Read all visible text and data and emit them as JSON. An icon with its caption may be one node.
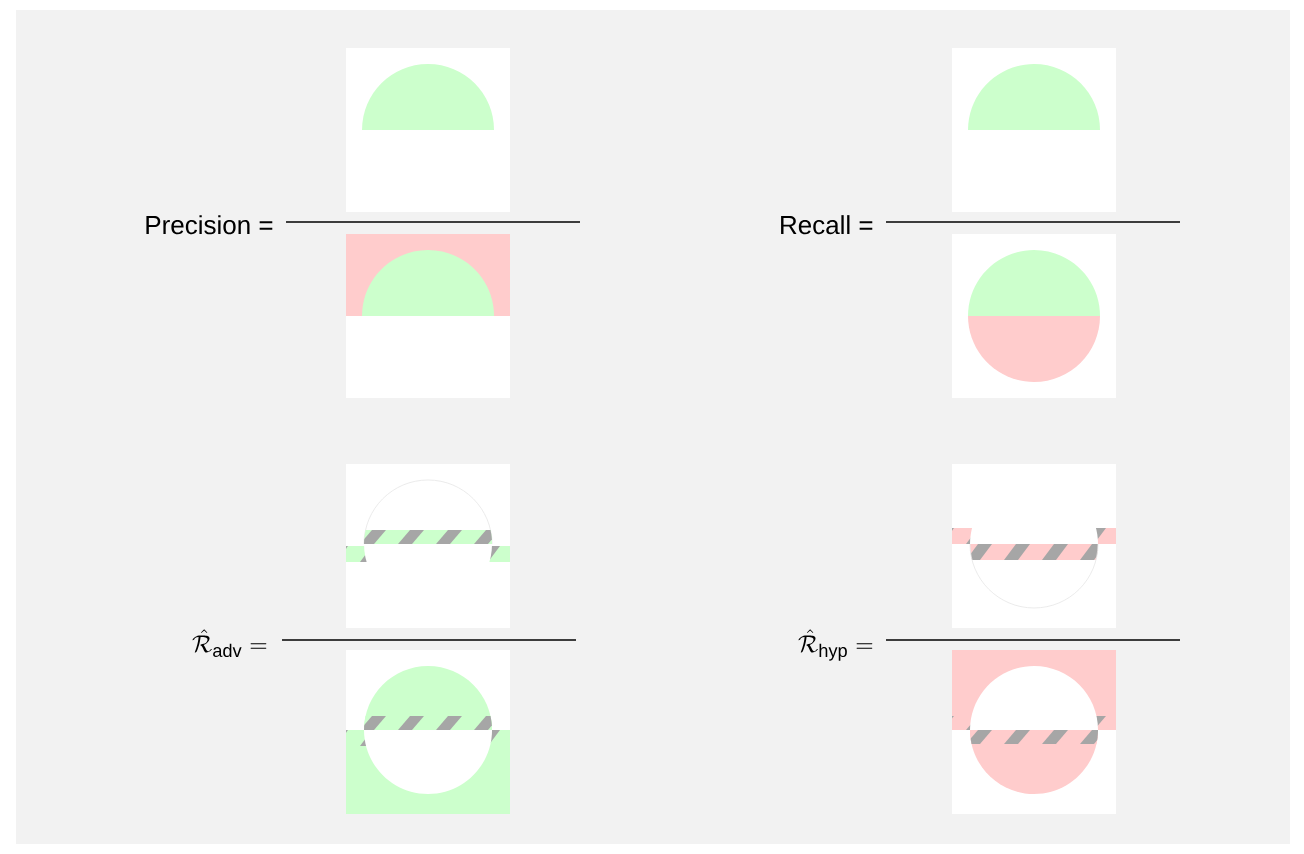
{
  "diagram": {
    "labels": [
      "Precision =",
      "Recall =",
      "\\hat{\\mathcal{R}}_{\\text{adv}} =",
      "\\hat{\\mathcal{R}}_{\\text{hyp}} ="
    ]
  }
}
